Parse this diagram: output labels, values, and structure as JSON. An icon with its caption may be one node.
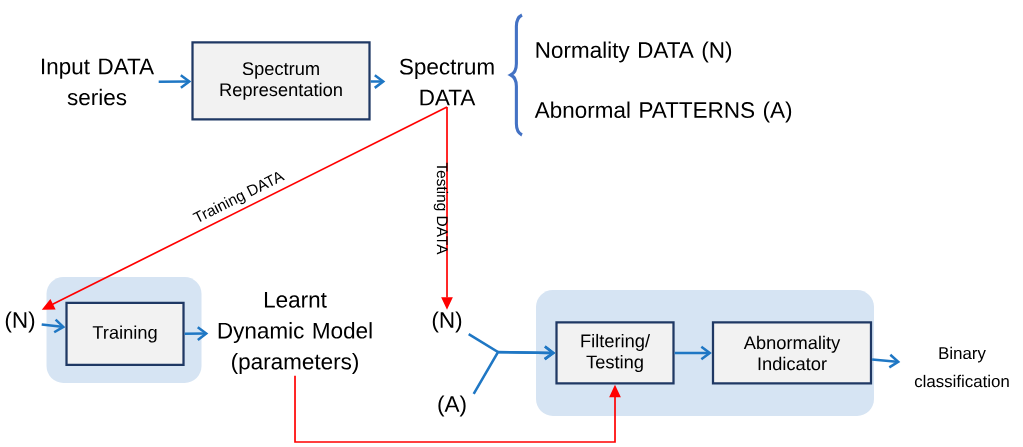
{
  "diagram": {
    "nodes": [
      {
        "text": [
          "Input DATA series"
        ]
      },
      {
        "text": [
          "Spectrum Representation"
        ]
      },
      {
        "text": [
          "Spectrum DATA"
        ]
      },
      {
        "text": [
          "Normality DATA (N)"
        ]
      },
      {
        "text": [
          "Abnormal PATTERNS (A)"
        ]
      },
      {
        "text": [],
        "shape": "box"
      },
      {
        "text": [
          "(N)"
        ]
      },
      {
        "text": [
          "Training"
        ],
        "in": 5
      },
      {
        "text": [
          "Learnt Dynamic Model (parameters)"
        ]
      },
      {
        "text": [
          "(N)"
        ]
      },
      {
        "text": [
          "(A)"
        ]
      },
      {
        "text": [],
        "shape": "box"
      },
      {
        "text": [
          "Filtering/ Testing"
        ],
        "in": 11
      },
      {
        "text": [
          "Abnormality Indicator"
        ],
        "in": 11
      },
      {
        "text": [
          "Binary classification"
        ]
      }
    ],
    "edges": [
      {
        "from": 0,
        "to": 1,
        "arrow": "to"
      },
      {
        "from": 1,
        "to": 2,
        "arrow": "to"
      },
      {
        "from": 2,
        "to": 6,
        "arrow": "to",
        "label": "Training DATA",
        "color": "#ff0000"
      },
      {
        "from": 2,
        "to": 9,
        "arrow": "to",
        "label": "Testing DATA",
        "color": "#ff0000"
      },
      {
        "from": 6,
        "to": 7,
        "arrow": "to"
      },
      {
        "from": 7,
        "to": 8,
        "arrow": "to"
      },
      {
        "from": 9,
        "to": 12,
        "arrow": "to"
      },
      {
        "from": 10,
        "to": 12,
        "arrow": "to"
      },
      {
        "from": 12,
        "to": 13,
        "arrow": "to"
      },
      {
        "from": 13,
        "to": 14,
        "arrow": "to"
      },
      {
        "from": 8,
        "to": 12,
        "arrow": "to",
        "color": "#ff0000"
      }
    ]
  }
}
